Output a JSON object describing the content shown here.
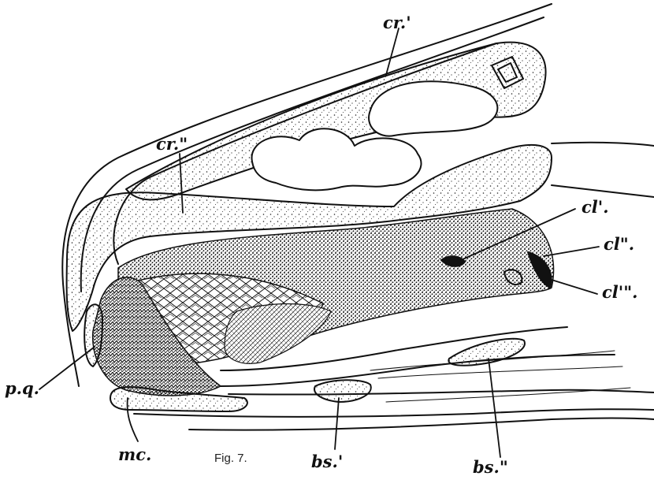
{
  "figure": {
    "caption": "Fig. 7.",
    "labels": {
      "cr1": "cr.'",
      "cr2": "cr.\"",
      "cl1": "cl'.",
      "cl2": "cl\".",
      "cl3": "cl'\".",
      "pq": "p.q.",
      "mc": "mc.",
      "bs1": "bs.'",
      "bs2": "bs.\""
    },
    "colors": {
      "ink": "#111111",
      "paper": "#ffffff"
    }
  }
}
